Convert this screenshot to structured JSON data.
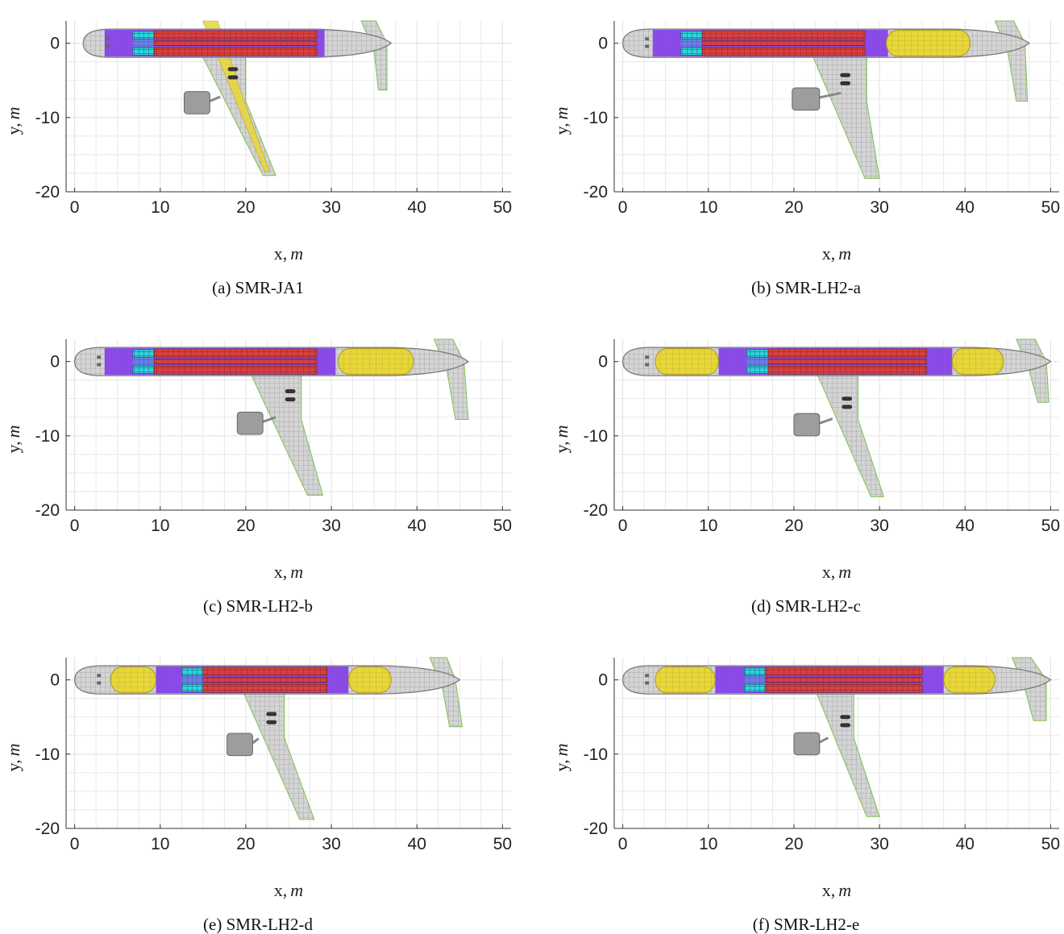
{
  "figure": {
    "axis_x_unit": "m",
    "axis_y_unit": "m",
    "xlabel_text": "x,",
    "ylabel_text": "y,",
    "x_ticks": [
      "0",
      "10",
      "20",
      "30",
      "40",
      "50"
    ],
    "y_ticks": [
      "0",
      "-10",
      "-20"
    ],
    "xlim": [
      -1,
      51
    ],
    "ylim": [
      -20,
      3
    ],
    "grid": true,
    "colors": {
      "cabin_floor": "#8a4be8",
      "seats": "#d9413e",
      "galley": "#2fd4dd",
      "hydrogen_tank": "#e8d63a",
      "structure_mesh": "#9a9a9a",
      "wing_spar": "#7cc34a",
      "grid": "#e3e3e3"
    }
  },
  "panels": [
    {
      "caption": "(a) SMR-JA1",
      "fuselage": [
        1.0,
        37.0
      ],
      "floor": [
        3.5,
        29.2
      ],
      "galley": [
        6.8,
        9.3
      ],
      "seats": [
        9.3,
        28.3
      ],
      "tanks": [],
      "wing_tank": true,
      "wing": {
        "le_root": 13.5,
        "te_root": 20.0,
        "le_tip": 22.0,
        "te_tip": 23.5,
        "tip_y": -17.8
      },
      "htail": {
        "le_root": 33.5,
        "le_tip": 35.5,
        "te_tip": 36.5,
        "tip_y": -6.3
      },
      "engine": [
        12.8,
        15.8,
        -8.0
      ],
      "gear": [
        18.5,
        -3.5
      ]
    },
    {
      "caption": "(b) SMR-LH2-a",
      "fuselage": [
        0.0,
        47.5
      ],
      "floor": [
        3.5,
        31.0
      ],
      "galley": [
        6.8,
        9.3
      ],
      "seats": [
        9.3,
        28.3
      ],
      "tanks": [
        [
          30.8,
          40.6
        ]
      ],
      "wing_tank": false,
      "wing": {
        "le_root": 21.0,
        "te_root": 28.5,
        "le_tip": 28.3,
        "te_tip": 30.0,
        "tip_y": -18.2
      },
      "htail": {
        "le_root": 43.5,
        "le_tip": 46.0,
        "te_tip": 47.3,
        "tip_y": -7.8
      },
      "engine": [
        19.8,
        23.0,
        -7.5
      ],
      "gear": [
        26.0,
        -4.3
      ]
    },
    {
      "caption": "(c) SMR-LH2-b",
      "fuselage": [
        0.0,
        46.0
      ],
      "floor": [
        3.5,
        30.5
      ],
      "galley": [
        6.8,
        9.3
      ],
      "seats": [
        9.3,
        28.3
      ],
      "tanks": [
        [
          30.8,
          39.6
        ]
      ],
      "wing_tank": false,
      "wing": {
        "le_root": 19.3,
        "te_root": 26.5,
        "le_tip": 27.2,
        "te_tip": 29.0,
        "tip_y": -18.0
      },
      "htail": {
        "le_root": 42.0,
        "le_tip": 44.5,
        "te_tip": 46.0,
        "tip_y": -7.8
      },
      "engine": [
        19.0,
        22.0,
        -8.3
      ],
      "gear": [
        25.2,
        -4.0
      ]
    },
    {
      "caption": "(d) SMR-LH2-c",
      "fuselage": [
        0.0,
        50.0
      ],
      "floor": [
        11.2,
        38.5
      ],
      "galley": [
        14.5,
        17.0
      ],
      "seats": [
        17.0,
        35.5
      ],
      "tanks": [
        [
          3.8,
          11.2
        ],
        [
          38.5,
          44.5
        ]
      ],
      "wing_tank": false,
      "wing": {
        "le_root": 21.5,
        "te_root": 27.5,
        "le_tip": 29.0,
        "te_tip": 30.5,
        "tip_y": -18.2
      },
      "htail": {
        "le_root": 46.0,
        "le_tip": 48.5,
        "te_tip": 49.8,
        "tip_y": -5.5
      },
      "engine": [
        20.0,
        23.0,
        -8.5
      ],
      "gear": [
        26.2,
        -5.0
      ]
    },
    {
      "caption": "(e) SMR-LH2-d",
      "fuselage": [
        0.0,
        45.0
      ],
      "floor": [
        9.5,
        32.0
      ],
      "galley": [
        12.5,
        15.0
      ],
      "seats": [
        15.0,
        29.5
      ],
      "tanks": [
        [
          4.2,
          9.5
        ],
        [
          32.0,
          37.0
        ]
      ],
      "wing_tank": false,
      "wing": {
        "le_root": 18.5,
        "te_root": 24.5,
        "le_tip": 26.3,
        "te_tip": 28.0,
        "tip_y": -18.8
      },
      "htail": {
        "le_root": 41.5,
        "le_tip": 43.8,
        "te_tip": 45.3,
        "tip_y": -6.3
      },
      "engine": [
        17.8,
        20.8,
        -8.7
      ],
      "gear": [
        23.0,
        -4.6
      ]
    },
    {
      "caption": "(f) SMR-LH2-e",
      "fuselage": [
        0.0,
        50.0
      ],
      "floor": [
        10.8,
        37.5
      ],
      "galley": [
        14.2,
        16.7
      ],
      "seats": [
        16.7,
        35.0
      ],
      "tanks": [
        [
          3.8,
          10.8
        ],
        [
          37.5,
          43.5
        ]
      ],
      "wing_tank": false,
      "wing": {
        "le_root": 21.5,
        "te_root": 27.0,
        "le_tip": 28.5,
        "te_tip": 30.0,
        "tip_y": -18.4
      },
      "htail": {
        "le_root": 45.5,
        "le_tip": 48.0,
        "te_tip": 49.5,
        "tip_y": -5.5
      },
      "engine": [
        20.0,
        23.0,
        -8.6
      ],
      "gear": [
        26.0,
        -5.0
      ]
    }
  ]
}
